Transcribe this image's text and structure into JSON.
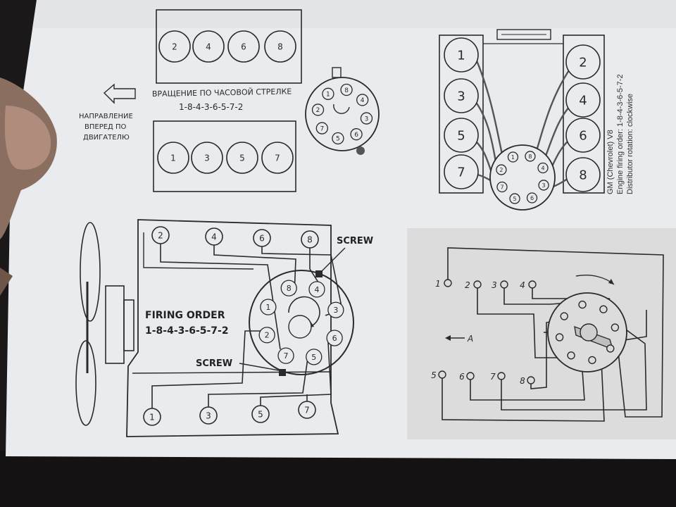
{
  "colors": {
    "paper": "#e9ebee",
    "ink": "#2a2a2a",
    "background": "#1a1818",
    "wire": "#555555"
  },
  "top_left": {
    "row_top": [
      "2",
      "4",
      "6",
      "8"
    ],
    "row_bottom": [
      "1",
      "3",
      "5",
      "7"
    ],
    "rotation_note": "ВРАЩЕНИЕ ПО ЧАСОВОЙ СТРЕЛКЕ",
    "firing_order": "1-8-4-3-6-5-7-2",
    "direction_label": [
      "НАПРАВЛЕНИЕ",
      "ВПЕРЕД ПО",
      "ДВИГАТЕЛЮ"
    ],
    "cap_terminals": [
      "8",
      "4",
      "3",
      "6",
      "5",
      "7",
      "2",
      "1"
    ]
  },
  "top_right": {
    "cyl_left": [
      "1",
      "3",
      "5",
      "7"
    ],
    "cyl_right": [
      "2",
      "4",
      "6",
      "8"
    ],
    "caption": [
      "GM (Chevrolet) V8",
      "Engine firing order: 1-8-4-3-6-5-7-2",
      "Distributor rotation: clockwise"
    ],
    "cap_terminals": [
      "8",
      "4",
      "3",
      "6",
      "5",
      "7",
      "2",
      "1"
    ]
  },
  "bottom_left": {
    "cyl_top": [
      "2",
      "4",
      "6",
      "8"
    ],
    "cyl_bottom": [
      "1",
      "3",
      "5",
      "7"
    ],
    "title": "FIRING ORDER",
    "order": "1-8-4-3-6-5-7-2",
    "screw_top": "SCREW",
    "screw_bottom": "SCREW",
    "cap_terminals": [
      "8",
      "4",
      "3",
      "6",
      "5",
      "7",
      "2",
      "1"
    ]
  },
  "bottom_right": {
    "top_terms": [
      "1",
      "2",
      "3",
      "4"
    ],
    "bottom_terms": [
      "5",
      "6",
      "7",
      "8"
    ],
    "arrow_label": "A"
  }
}
